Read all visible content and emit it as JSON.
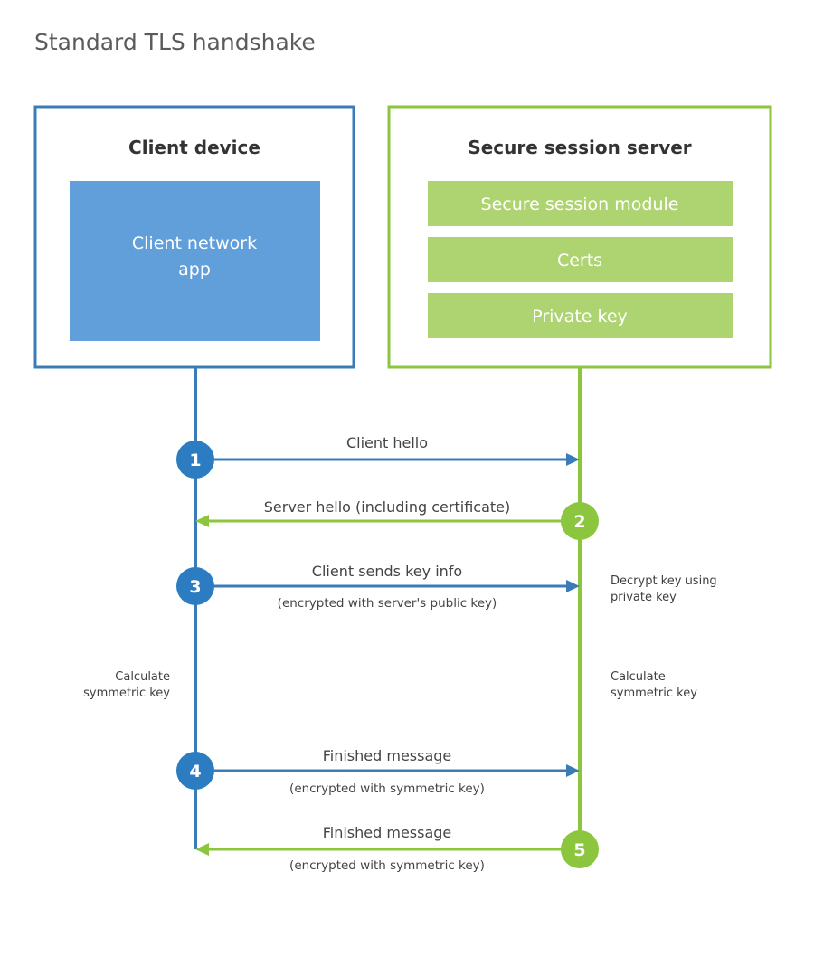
{
  "page": {
    "title": "Standard TLS handshake",
    "background": "#ffffff"
  },
  "colors": {
    "client_border": "#3b7cb8",
    "client_fill": "#619fda",
    "server_border": "#8cc63f",
    "server_fill": "#aed472",
    "client_line": "#3b7cb8",
    "server_line": "#8cc63f",
    "title_text": "#5b5b5b",
    "box_title_text": "#333333",
    "label_text": "#444444",
    "note_text": "#3f3f3f",
    "inner_text": "#ffffff"
  },
  "client_panel": {
    "title": "Client device",
    "app_box_label_line1": "Client network",
    "app_box_label_line2": "app"
  },
  "server_panel": {
    "title": "Secure session server",
    "components": [
      {
        "label": "Secure session module"
      },
      {
        "label": "Certs"
      },
      {
        "label": "Private key"
      }
    ]
  },
  "steps": [
    {
      "number": "1",
      "origin": "client",
      "direction": "right",
      "label": "Client hello",
      "sublabel": ""
    },
    {
      "number": "2",
      "origin": "server",
      "direction": "left",
      "label": "Server hello (including certificate)",
      "sublabel": ""
    },
    {
      "number": "3",
      "origin": "client",
      "direction": "right",
      "label": "Client sends key info",
      "sublabel": "(encrypted with server's public key)"
    },
    {
      "number": "4",
      "origin": "client",
      "direction": "right",
      "label": "Finished message",
      "sublabel": "(encrypted with symmetric key)"
    },
    {
      "number": "5",
      "origin": "server",
      "direction": "left",
      "label": "Finished message",
      "sublabel": "(encrypted with symmetric key)"
    }
  ],
  "notes": {
    "server_decrypt_line1": "Decrypt key using",
    "server_decrypt_line2": "private key",
    "client_calc_line1": "Calculate",
    "client_calc_line2": "symmetric key",
    "server_calc_line1": "Calculate",
    "server_calc_line2": "symmetric key"
  }
}
